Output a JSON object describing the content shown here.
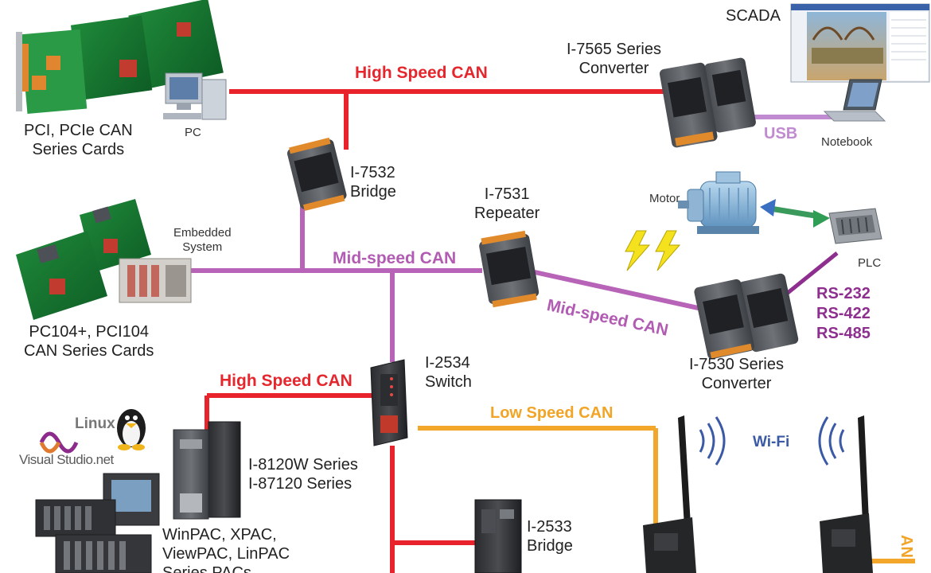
{
  "colors": {
    "high_speed_can": "#e8232b",
    "mid_speed_can": "#b764b8",
    "low_speed_can": "#f2a62a",
    "usb": "#c08bd0",
    "rs_serial": "#8e2f8f",
    "wifi": "#3b5aa5"
  },
  "labels": {
    "scada": "SCADA",
    "i7565": [
      "I-7565 Series",
      "Converter"
    ],
    "pc": "PC",
    "pci_cards": [
      "PCI, PCIe CAN",
      "Series Cards"
    ],
    "notebook": "Notebook",
    "usb": "USB",
    "i7532": [
      "I-7532",
      "Bridge"
    ],
    "i7531": [
      "I-7531",
      "Repeater"
    ],
    "motor": "Motor",
    "plc": "PLC",
    "embedded": [
      "Embedded",
      "System"
    ],
    "pc104": [
      "PC104+, PCI104",
      "CAN Series Cards"
    ],
    "rs": [
      "RS-232",
      "RS-422",
      "RS-485"
    ],
    "i2534": [
      "I-2534",
      "Switch"
    ],
    "i7530": [
      "I-7530 Series",
      "Converter"
    ],
    "linux": "Linux",
    "vs": "Visual Studio.net",
    "i8120": [
      "I-8120W Series",
      "I-87120 Series"
    ],
    "pacs": [
      "WinPAC, XPAC,",
      "ViewPAC, LinPAC",
      "Series PACs"
    ],
    "i2533": [
      "I-2533",
      "Bridge"
    ],
    "wifi": "Wi-Fi",
    "can_fragment": "AN"
  },
  "buses": {
    "top_high": "High Speed CAN",
    "mid": "Mid-speed CAN",
    "mid_diag": "Mid-speed CAN",
    "left_high": "High Speed CAN",
    "low": "Low Speed CAN"
  }
}
